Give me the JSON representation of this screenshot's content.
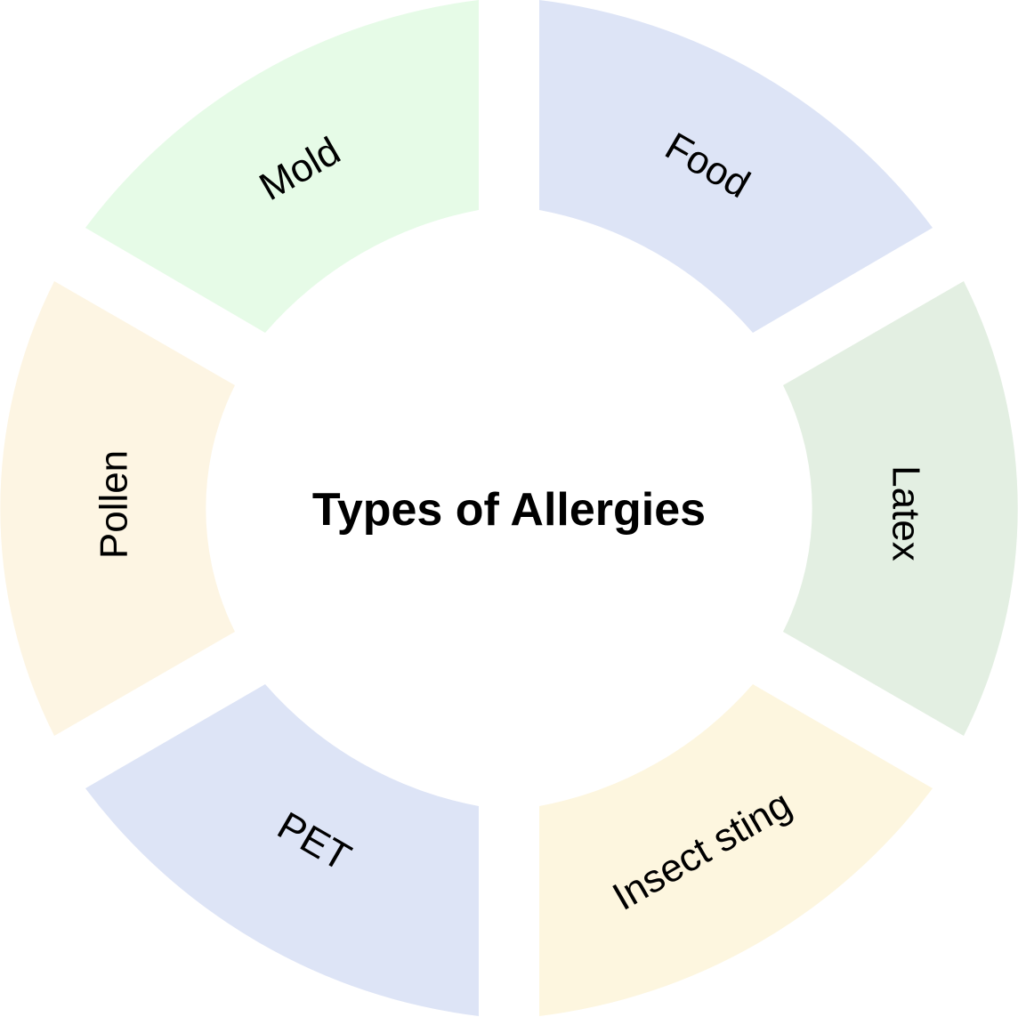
{
  "diagram": {
    "title": "Types of Allergies",
    "segments": [
      {
        "id": "food",
        "label": "Food",
        "color": "#dde4f6"
      },
      {
        "id": "latex",
        "label": "Latex",
        "color": "#e3efe2"
      },
      {
        "id": "insect",
        "label": "Insect sting",
        "color": "#fdf6df"
      },
      {
        "id": "pet",
        "label": "PET",
        "color": "#dde4f6"
      },
      {
        "id": "pollen",
        "label": "Pollen",
        "color": "#fdf5e3"
      },
      {
        "id": "mold",
        "label": "Mold",
        "color": "#e6fbe7"
      }
    ]
  }
}
